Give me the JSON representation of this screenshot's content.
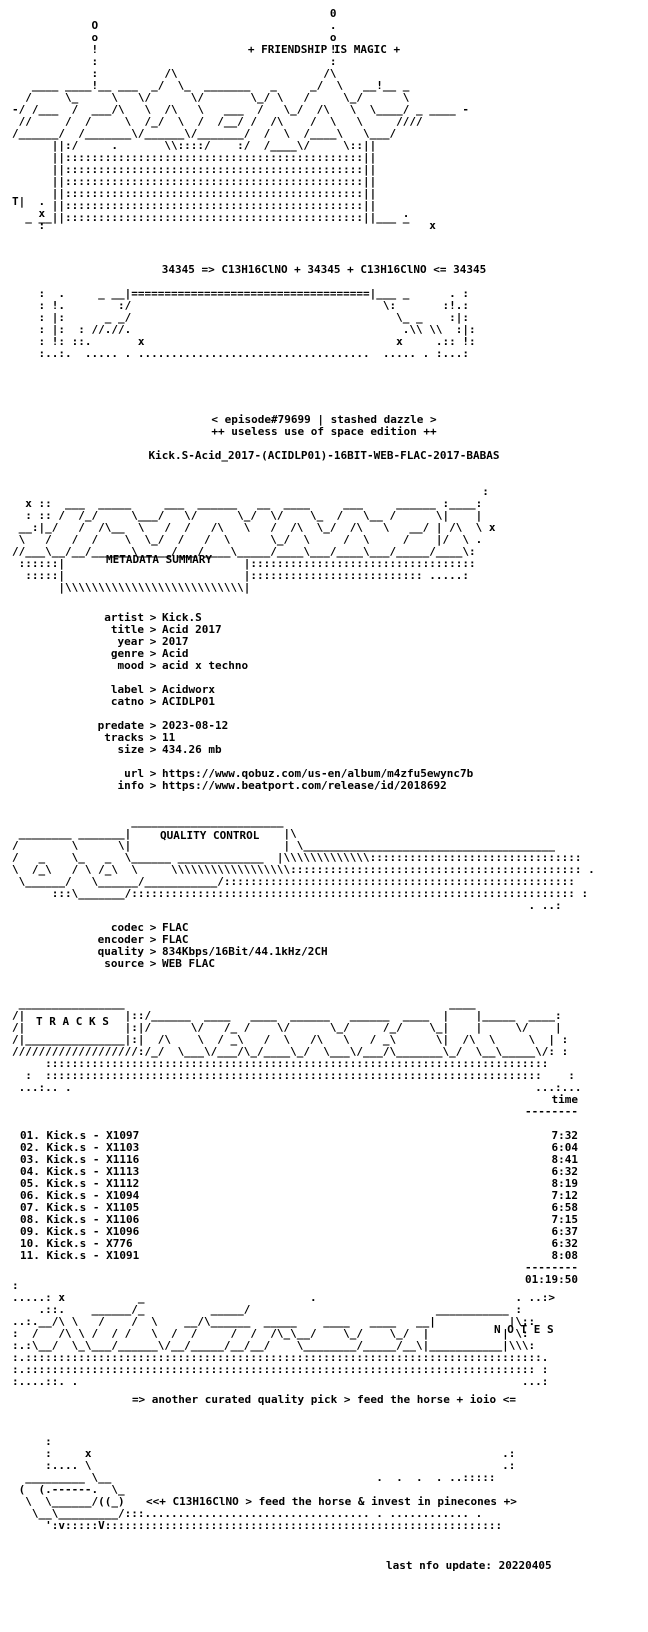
{
  "header": {
    "title": "+ FRIENDSHIP IS MAGIC +",
    "formula": "34345 => C13H16ClNO + 34345 + C13H16ClNO <= 34345",
    "episode": "< episode#79699 | stashed dazzle >",
    "edition": "++ useless use of space edition ++",
    "release": "Kick.S-Acid_2017-(ACIDLP01)-16BIT-WEB-FLAC-2017-BABAS"
  },
  "sections": {
    "metadata": "METADATA SUMMARY",
    "quality": "QUALITY CONTROL",
    "tracks": "T R A C K S",
    "notes": "N O T E S"
  },
  "metadata": [
    {
      "key": "artist",
      "value": "Kick.S"
    },
    {
      "key": "title",
      "value": "Acid 2017"
    },
    {
      "key": "year",
      "value": "2017"
    },
    {
      "key": "genre",
      "value": "Acid"
    },
    {
      "key": "mood",
      "value": "acid x techno"
    },
    {
      "key": "label",
      "value": "Acidworx"
    },
    {
      "key": "catno",
      "value": "ACIDLP01"
    },
    {
      "key": "predate",
      "value": "2023-08-12"
    },
    {
      "key": "tracks",
      "value": "11"
    },
    {
      "key": "size",
      "value": "434.26 mb"
    },
    {
      "key": "url",
      "value": "https://www.qobuz.com/us-en/album/m4zfu5ewync7b"
    },
    {
      "key": "info",
      "value": "https://www.beatport.com/release/id/2018692"
    }
  ],
  "quality": [
    {
      "key": "codec",
      "value": "FLAC"
    },
    {
      "key": "encoder",
      "value": "FLAC"
    },
    {
      "key": "quality",
      "value": "834Kbps/16Bit/44.1kHz/2CH"
    },
    {
      "key": "source",
      "value": "WEB FLAC"
    }
  ],
  "tracklist": {
    "time_header": "time",
    "rule": "--------",
    "items": [
      {
        "name": "01. Kick.s - X1097",
        "time": "7:32"
      },
      {
        "name": "02. Kick.s - X1103",
        "time": "6:04"
      },
      {
        "name": "03. Kick.s - X1116",
        "time": "8:41"
      },
      {
        "name": "04. Kick.s - X1113",
        "time": "6:32"
      },
      {
        "name": "05. Kick.s - X1112",
        "time": "8:19"
      },
      {
        "name": "06. Kick.s - X1094",
        "time": "7:12"
      },
      {
        "name": "07. Kick.s - X1105",
        "time": "6:58"
      },
      {
        "name": "08. Kick.s - X1106",
        "time": "7:15"
      },
      {
        "name": "09. Kick.s - X1096",
        "time": "6:37"
      },
      {
        "name": "10. Kick.s - X776",
        "time": "6:32"
      },
      {
        "name": "11. Kick.s - X1091",
        "time": "8:08"
      }
    ],
    "total": "01:19:50"
  },
  "notes": "=> another curated quality pick > feed the horse + ioio <=",
  "footer": {
    "tagline": "<<+ C13H16ClNO > feed the horse & invest in pinecones +>",
    "update": "last nfo update: 20220405"
  }
}
